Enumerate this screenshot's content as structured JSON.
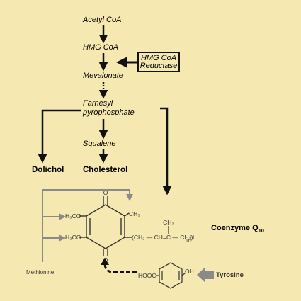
{
  "pathway": {
    "step1": "Acetyl CoA",
    "step2": "HMG CoA",
    "step3": "Mevalonate",
    "step4_line1": "Farnesyl",
    "step4_line2": "pyrophosphate",
    "step5": "Squalene"
  },
  "enzyme": {
    "line1": "HMG CoA",
    "line2": "Reductase"
  },
  "products": {
    "dolichol": "Dolichol",
    "cholesterol": "Cholesterol",
    "coq10_main": "Coenzyme Q",
    "coq10_sub": "10"
  },
  "structure": {
    "methoxy1": "H₃CO",
    "methoxy2": "H₃CO",
    "methyl": "CH₃",
    "ketone_top": "O",
    "ketone_bottom": "O",
    "side_chain": "(CH₂ — CH=C — CH₂)",
    "side_chain_sub": "10",
    "side_chain_h": "H",
    "branch_methyl": "CH₃",
    "hooc": "HOOC",
    "oh": "OH"
  },
  "sources": {
    "methionine": "Methionine",
    "tyrosine": "Tyrosine"
  },
  "colors": {
    "background": "#f6e8b1",
    "arrow": "#111111",
    "gray_arrow": "#8a8a8a"
  }
}
